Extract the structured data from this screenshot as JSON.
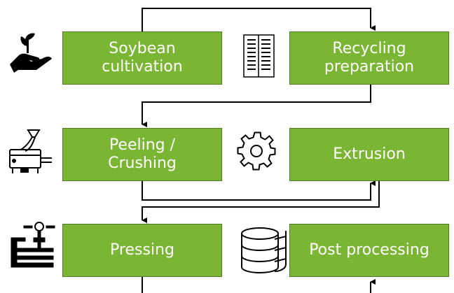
{
  "steps": {
    "soybean": "Soybean\ncultivation",
    "recycling": "Recycling\npreparation",
    "peeling": "Peeling /\nCrushing",
    "extrusion": "Extrusion",
    "pressing": "Pressing",
    "post": "Post processing"
  },
  "icons": {
    "soybean": "hand-plant-icon",
    "recycling": "paper-pages-icon",
    "peeling": "crusher-machine-icon",
    "extrusion": "gear-icon",
    "pressing": "press-machine-icon",
    "post": "database-stack-icon"
  },
  "colors": {
    "box_fill": "#7ab534",
    "box_border": "#4f7d1d",
    "arrow": "#000000"
  }
}
